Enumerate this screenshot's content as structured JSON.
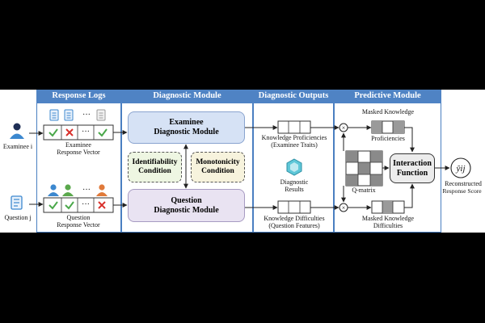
{
  "sections": {
    "response_logs": "Response Logs",
    "diagnostic_module": "Diagnostic Module",
    "diagnostic_outputs": "Diagnostic Outputs",
    "predictive_module": "Predictive Module"
  },
  "inputs": {
    "examinee": "Examinee i",
    "question": "Question j"
  },
  "vectors": {
    "examinee_line1": "Examinee",
    "examinee_line2": "Response Vector",
    "question_line1": "Question",
    "question_line2": "Response Vector",
    "ellipsis": "···"
  },
  "modules": {
    "examinee_line1": "Examinee",
    "examinee_line2": "Diagnostic Module",
    "question_line1": "Question",
    "question_line2": "Diagnostic Module",
    "identifiability_line1": "Identifiability",
    "identifiability_line2": "Condition",
    "monotonicity_line1": "Monotonicity",
    "monotonicity_line2": "Condition"
  },
  "outputs": {
    "proficiencies_line1": "Knowledge Proficiencies",
    "proficiencies_line2": "(Examinee Traits)",
    "results_line1": "Diagnostic",
    "results_line2": "Results",
    "difficulties_line1": "Knowledge Difficulties",
    "difficulties_line2": "(Question Features)"
  },
  "predictive": {
    "masked_prof_line1": "Masked Knowledge",
    "masked_prof_line2": "Proficiencies",
    "qmatrix": "Q-matrix",
    "interaction_line1": "Interaction",
    "interaction_line2": "Function",
    "masked_diff_line1": "Masked Knowledge",
    "masked_diff_line2": "Difficulties",
    "multiply_symbol": "×"
  },
  "result": {
    "symbol": "ŷij",
    "label_line1": "Reconstructed",
    "label_line2": "Response Score"
  },
  "colors": {
    "section_header": "#4f83c4",
    "examinee_module": "#d6e2f5",
    "question_module": "#e9e3f2",
    "condition_fill": "#eef6e2",
    "condition_fill_alt": "#f7f3dd",
    "interaction_fill": "#ececec",
    "check": "#4aa84a",
    "cross": "#d9302b"
  }
}
